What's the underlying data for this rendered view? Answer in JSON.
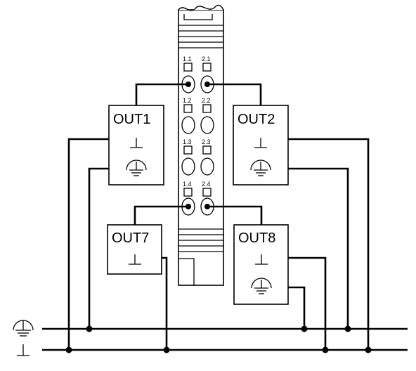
{
  "module": {
    "terminals": [
      "1.1",
      "2.1",
      "1.2",
      "2.2",
      "1.3",
      "2.3",
      "1.4",
      "2.4"
    ]
  },
  "outputs": [
    {
      "id": "out1",
      "label": "OUT1",
      "has_ground": true
    },
    {
      "id": "out2",
      "label": "OUT2",
      "has_ground": true
    },
    {
      "id": "out7",
      "label": "OUT7",
      "has_ground": false
    },
    {
      "id": "out8",
      "label": "OUT8",
      "has_ground": true
    }
  ],
  "rails": [
    {
      "id": "protective-earth-rail",
      "symbol": "protective-earth-icon"
    },
    {
      "id": "ground-rail",
      "symbol": "ground-icon"
    }
  ]
}
